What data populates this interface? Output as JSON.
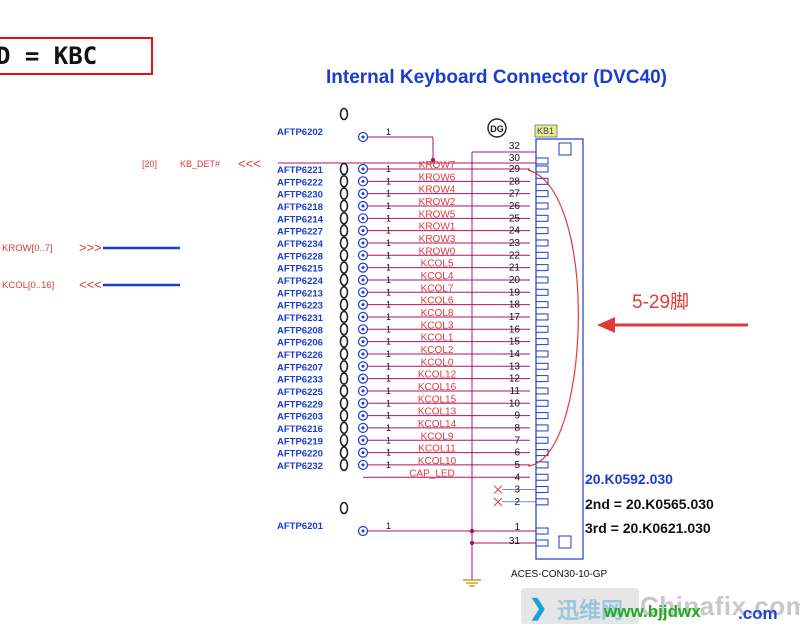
{
  "banner": "D = KBC",
  "title": "Internal Keyboard Connector (DVC40)",
  "ref_designator": "KB1",
  "footprint_label": "ACES-CON30-10-GP",
  "part_numbers": {
    "primary": "20.K0592.030",
    "second": "2nd = 20.K0565.030",
    "third": "3rd = 20.K0621.030"
  },
  "annotation": "5-29脚",
  "kb_det": {
    "page_ref": "[20]",
    "net": "KB_DET#",
    "arrows": "<<<"
  },
  "buses": [
    {
      "name": "KROW[0..7]",
      "arrows": ">>>"
    },
    {
      "name": "KCOL[0..16]",
      "arrows": "<<<"
    }
  ],
  "top_tp": {
    "name": "AFTP6202",
    "pin": "1"
  },
  "bottom_tp": {
    "name": "AFTP6201",
    "pin": "1"
  },
  "nets": [
    {
      "tp": "AFTP6221",
      "net": "KROW7",
      "pin": "29"
    },
    {
      "tp": "AFTP6222",
      "net": "KROW6",
      "pin": "28"
    },
    {
      "tp": "AFTP6230",
      "net": "KROW4",
      "pin": "27"
    },
    {
      "tp": "AFTP6218",
      "net": "KROW2",
      "pin": "26"
    },
    {
      "tp": "AFTP6214",
      "net": "KROW5",
      "pin": "25"
    },
    {
      "tp": "AFTP6227",
      "net": "KROW1",
      "pin": "24"
    },
    {
      "tp": "AFTP6234",
      "net": "KROW3",
      "pin": "23"
    },
    {
      "tp": "AFTP6228",
      "net": "KROW0",
      "pin": "22"
    },
    {
      "tp": "AFTP6215",
      "net": "KCOL5",
      "pin": "21"
    },
    {
      "tp": "AFTP6224",
      "net": "KCOL4",
      "pin": "20"
    },
    {
      "tp": "AFTP6213",
      "net": "KCOL7",
      "pin": "19"
    },
    {
      "tp": "AFTP6223",
      "net": "KCOL6",
      "pin": "18"
    },
    {
      "tp": "AFTP6231",
      "net": "KCOL8",
      "pin": "17"
    },
    {
      "tp": "AFTP6208",
      "net": "KCOL3",
      "pin": "16"
    },
    {
      "tp": "AFTP6206",
      "net": "KCOL1",
      "pin": "15"
    },
    {
      "tp": "AFTP6226",
      "net": "KCOL2",
      "pin": "14"
    },
    {
      "tp": "AFTP6207",
      "net": "KCOL0",
      "pin": "13"
    },
    {
      "tp": "AFTP6233",
      "net": "KCOL12",
      "pin": "12"
    },
    {
      "tp": "AFTP6225",
      "net": "KCOL16",
      "pin": "11"
    },
    {
      "tp": "AFTP6229",
      "net": "KCOL15",
      "pin": "10"
    },
    {
      "tp": "AFTP6203",
      "net": "KCOL13",
      "pin": "9"
    },
    {
      "tp": "AFTP6216",
      "net": "KCOL14",
      "pin": "8"
    },
    {
      "tp": "AFTP6219",
      "net": "KCOL9",
      "pin": "7"
    },
    {
      "tp": "AFTP6220",
      "net": "KCOL11",
      "pin": "6"
    },
    {
      "tp": "AFTP6232",
      "net": "KCOL10",
      "pin": "5"
    }
  ],
  "cap_led": {
    "net": "CAP_LED",
    "pin": "4"
  },
  "extra_pins": [
    "32",
    "30",
    "3",
    "2",
    "1",
    "31"
  ],
  "watermark": {
    "brand_cn": "迅维网",
    "brand_en": "Chinafix.com",
    "url_green": "www.bjjdwx",
    "url_blue": ".com"
  },
  "colors": {
    "wire": "#b0106a",
    "blue": "#1a3ccf",
    "red": "#e03a3a",
    "black": "#111111"
  }
}
